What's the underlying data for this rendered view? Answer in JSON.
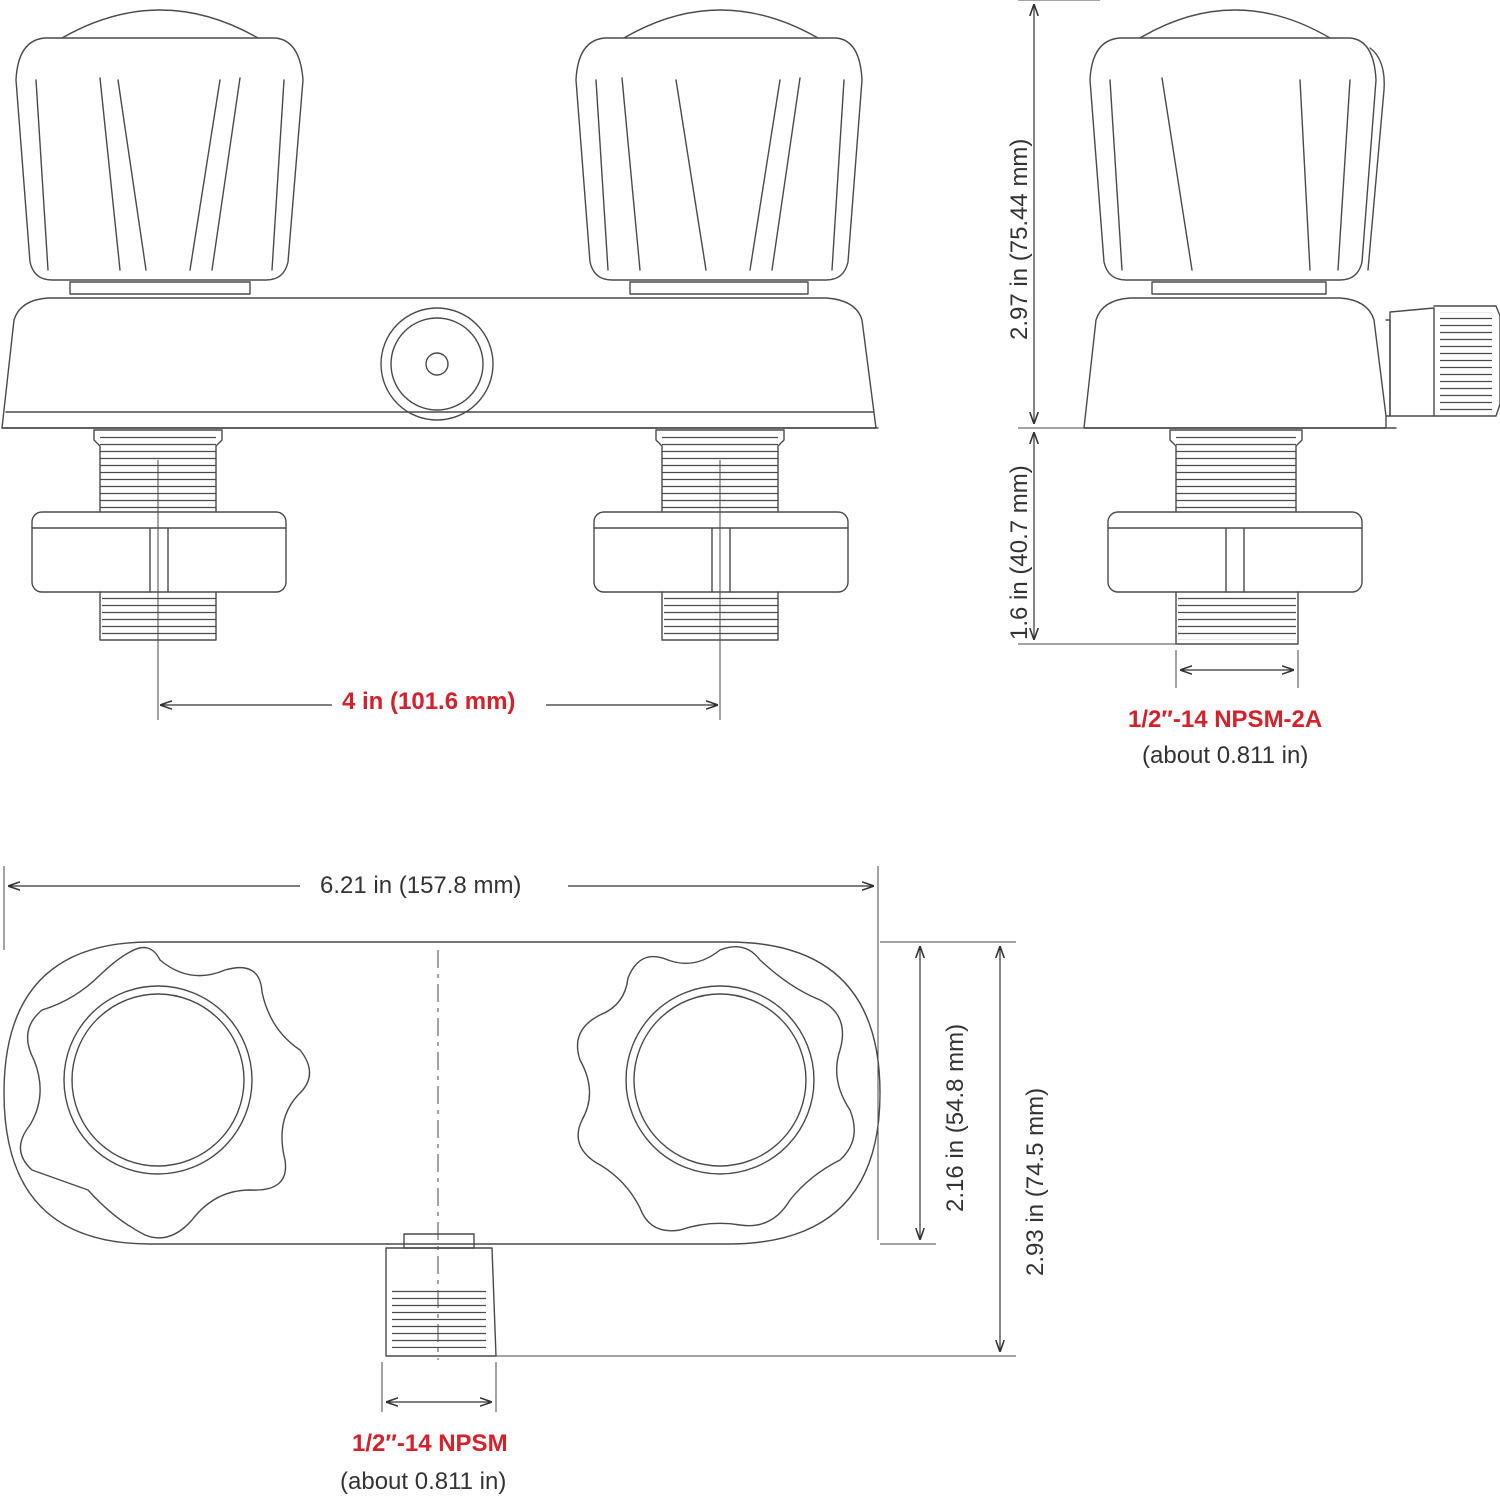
{
  "dimensions": {
    "center_spacing": "4 in (101.6 mm)",
    "overall_width": "6.21 in  (157.8 mm)",
    "handle_height": "2.97 in  (75.44 mm)",
    "shank_length": "1.6 in  (40.7 mm)",
    "body_depth": "2.16 in  (54.8 mm)",
    "overall_depth": "2.93 in  (74.5 mm)"
  },
  "callouts": {
    "supply_thread": "1/2″-14 NPSM-2A",
    "supply_thread_note": "(about  0.811 in)",
    "outlet_thread": "1/2″-14 NPSM",
    "outlet_thread_note": "(about  0.811 in)"
  },
  "colors": {
    "line": "#4a4a4a",
    "callout": "#d6202a",
    "text": "#333333"
  }
}
